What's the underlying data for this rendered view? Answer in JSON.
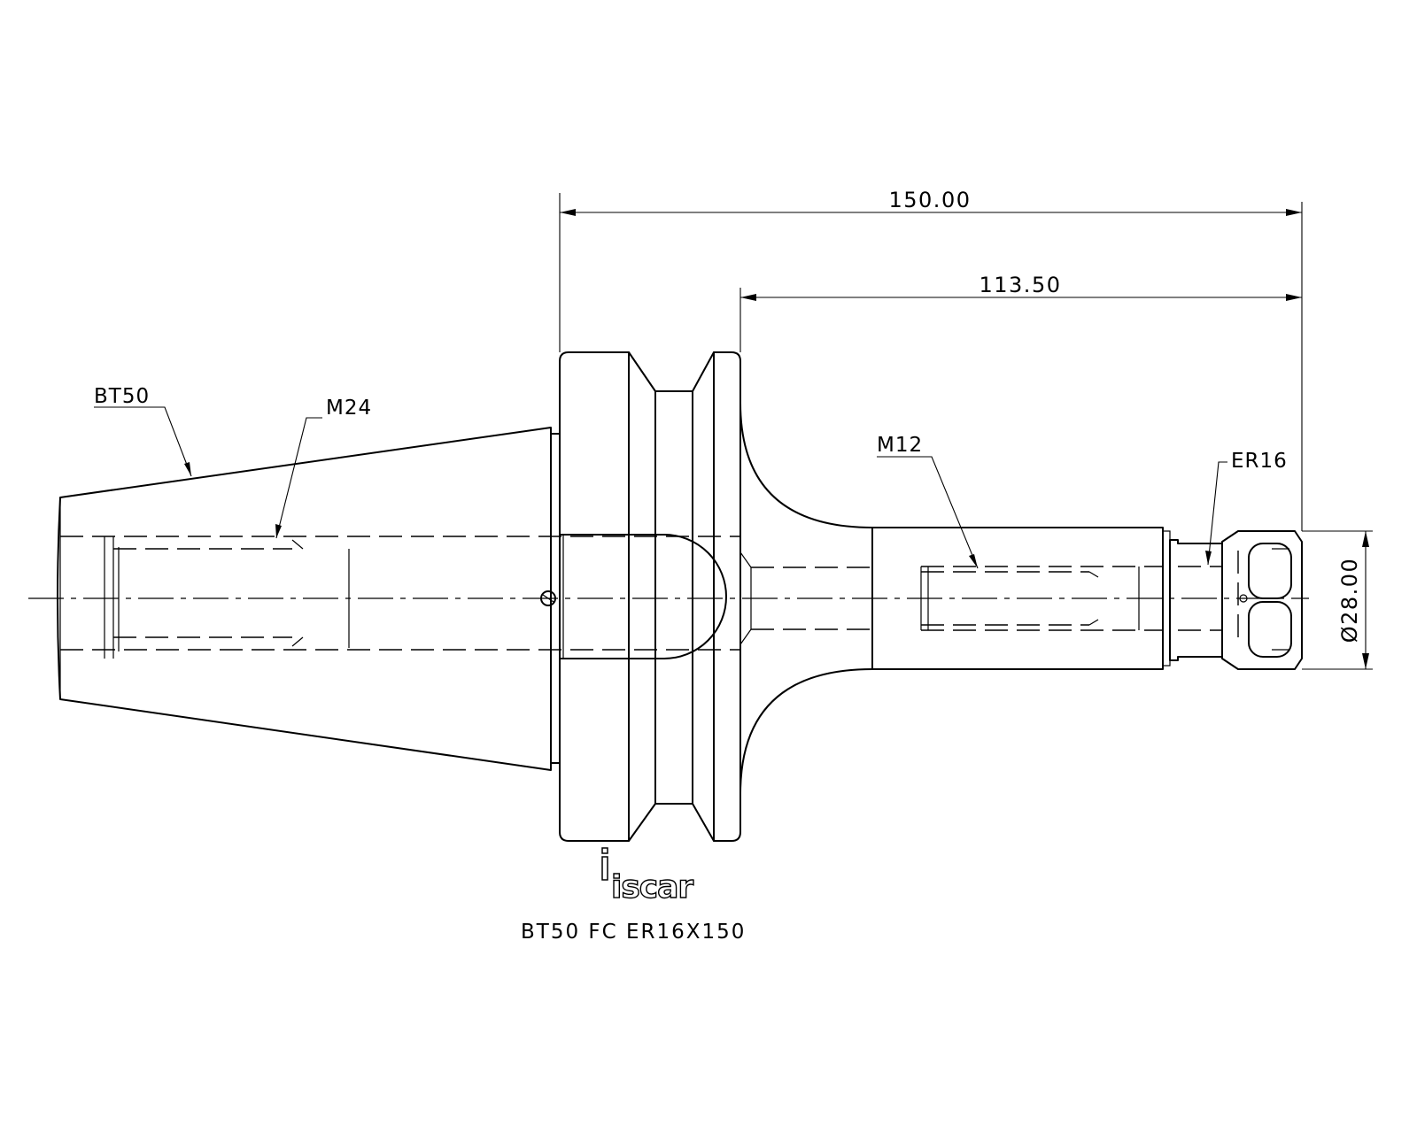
{
  "dimensions": {
    "overall_length": "150.00",
    "gauge_length": "113.50",
    "diameter": "Ø28.00"
  },
  "callouts": {
    "taper": "BT50",
    "drawbar_thread": "M24",
    "coolant_thread": "M12",
    "collet": "ER16"
  },
  "logo": {
    "text": "iscar"
  },
  "part_number": "BT50 FC ER16X150"
}
